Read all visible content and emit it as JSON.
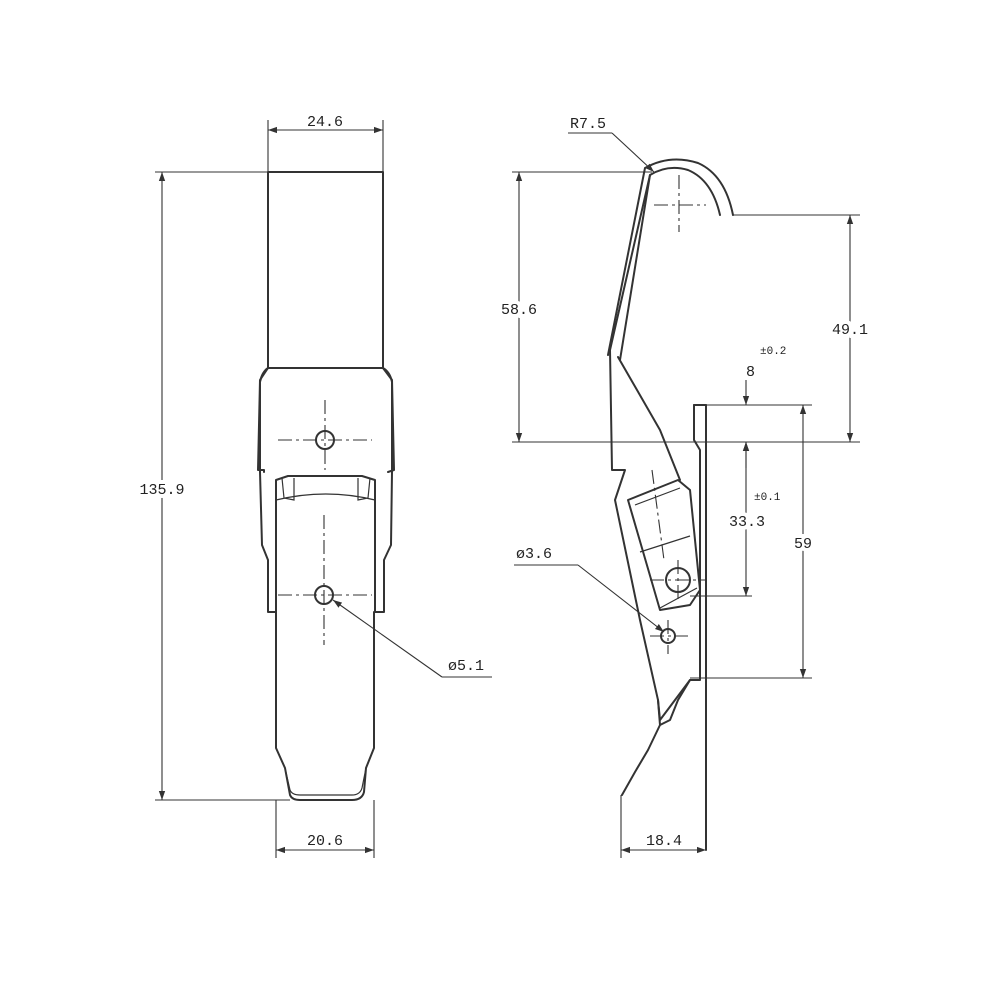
{
  "drawing": {
    "front_view": {
      "dim_top_width": "24.6",
      "dim_bottom_width": "20.6",
      "dim_total_height": "135.9",
      "dim_hole_diameter": "ø5.1"
    },
    "side_view": {
      "dim_hook_radius": "R7.5",
      "dim_hook_height": "58.6",
      "dim_hook_offset": "49.1",
      "dim_plate_top": "8",
      "tol_plate_top": "±0.2",
      "dim_pivot_spacing": "33.3",
      "tol_pivot_spacing": "±0.1",
      "dim_plate_height": "59",
      "dim_pivot_diameter": "ø3.6",
      "dim_depth": "18.4"
    }
  }
}
